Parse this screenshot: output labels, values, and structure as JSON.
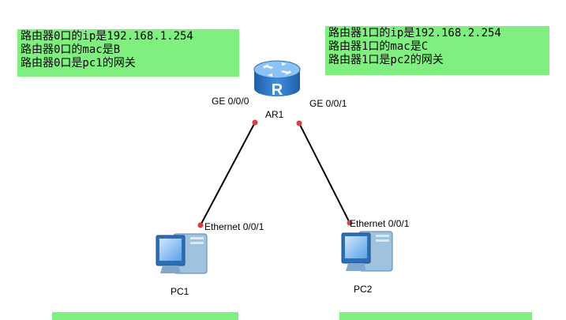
{
  "notes": {
    "left": [
      "路由器0口的ip是192.168.1.254",
      "路由器0口的mac是B",
      "路由器0口是pc1的网关"
    ],
    "right": [
      "路由器1口的ip是192.168.2.254",
      "路由器1口的mac是C",
      "路由器1口是pc2的网关"
    ]
  },
  "router": {
    "name": "AR1",
    "icon": "router-icon",
    "icon_letter": "R",
    "port_left": "GE 0/0/0",
    "port_right": "GE 0/0/1"
  },
  "pc1": {
    "name": "PC1",
    "port": "Ethernet 0/0/1",
    "icon": "pc-icon"
  },
  "pc2": {
    "name": "PC2",
    "port": "Ethernet 0/0/1",
    "icon": "pc-icon"
  },
  "colors": {
    "note_bg": "#7ff07f",
    "link": "#000000",
    "port_dot": "#e23b3b",
    "device_blue": "#2d7fd1"
  }
}
